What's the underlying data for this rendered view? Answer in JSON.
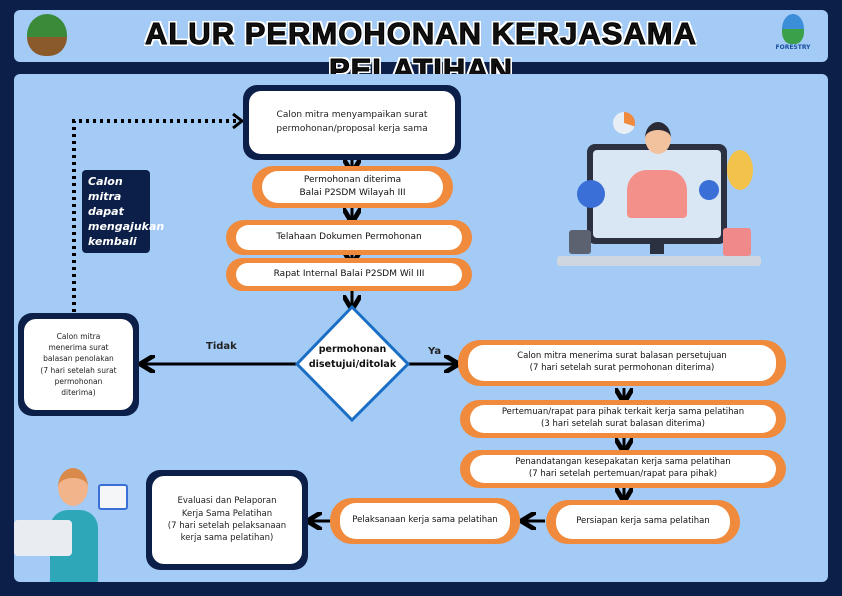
{
  "header": {
    "title": "ALUR PERMOHONAN KERJASAMA PELATIHAN",
    "right_logo_text": "FORESTRY"
  },
  "flow": {
    "start": [
      "Calon mitra menyampaikan surat",
      "permohonan/proposal kerja sama"
    ],
    "received": [
      "Permohonan diterima",
      "Balai P2SDM Wilayah III"
    ],
    "review": "Telahaan Dokumen Permohonan",
    "meeting": "Rapat Internal Balai P2SDM Wil III",
    "decision": [
      "permohonan",
      "disetujui/ditolak"
    ],
    "no_label": "Tidak",
    "yes_label": "Ya",
    "rejected": [
      "Calon mitra",
      "menerima surat",
      "balasan penolakan",
      "(7 hari setelah surat",
      "permohonan",
      "diterima)"
    ],
    "resubmit_note": [
      "Calon mitra",
      "dapat",
      "mengajukan",
      "kembali"
    ],
    "approved": [
      "Calon mitra menerima surat balasan persetujuan",
      "(7 hari setelah surat permohonan diterima)"
    ],
    "parties_meeting": [
      "Pertemuan/rapat para pihak terkait kerja sama pelatihan",
      "(3 hari setelah surat balasan diterima)"
    ],
    "signing": [
      "Penandatangan kesepakatan kerja sama pelatihan",
      "(7 hari setelah pertemuan/rapat para pihak)"
    ],
    "preparation": "Persiapan kerja sama pelatihan",
    "implementation": "Pelaksanaan kerja sama pelatihan",
    "evaluation": [
      "Evaluasi dan Pelaporan",
      "Kerja Sama Pelatihan",
      "(7 hari setelah pelaksanaan",
      "kerja sama pelatihan)"
    ]
  },
  "colors": {
    "navy": "#0c1f48",
    "panel": "#a3cbf6",
    "orange": "#f08a3c",
    "diamond_border": "#1a6fc4"
  }
}
